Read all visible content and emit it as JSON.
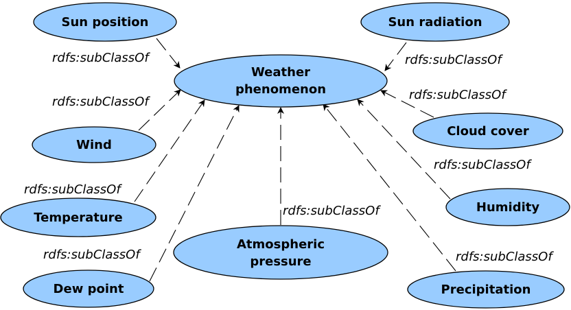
{
  "diagram": {
    "center": {
      "lines": [
        "Weather",
        "phenomenon"
      ]
    },
    "nodes": [
      {
        "id": "sun-position",
        "lines": [
          "Sun position"
        ]
      },
      {
        "id": "sun-radiation",
        "lines": [
          "Sun radiation"
        ]
      },
      {
        "id": "wind",
        "lines": [
          "Wind"
        ]
      },
      {
        "id": "cloud-cover",
        "lines": [
          "Cloud cover"
        ]
      },
      {
        "id": "temperature",
        "lines": [
          "Temperature"
        ]
      },
      {
        "id": "humidity",
        "lines": [
          "Humidity"
        ]
      },
      {
        "id": "atmospheric-pressure",
        "lines": [
          "Atmospheric",
          "pressure"
        ]
      },
      {
        "id": "dew-point",
        "lines": [
          "Dew point"
        ]
      },
      {
        "id": "precipitation",
        "lines": [
          "Precipitation"
        ]
      }
    ],
    "edge_label": "rdfs:subClassOf",
    "colors": {
      "node_fill": "#99ccff",
      "stroke": "#000000"
    }
  }
}
